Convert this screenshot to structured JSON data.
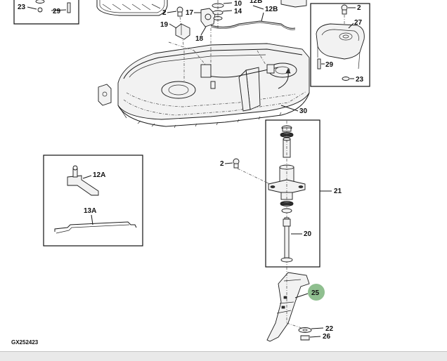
{
  "callouts": {
    "c2a": "2",
    "c2b": "2",
    "c2c": "2",
    "c10": "10",
    "c12b": "12B",
    "c14": "14",
    "c17": "17",
    "c18": "18",
    "c19": "19",
    "c23a": "23",
    "c23b": "23",
    "c29a": "29",
    "c29b": "29",
    "c27": "27",
    "c30": "30",
    "c21": "21",
    "c20": "20",
    "c12a": "12A",
    "c13a": "13A",
    "c25": "25",
    "c22": "22",
    "c26": "26"
  },
  "figure_code": "GX252423",
  "colors": {
    "highlight": "#8fbf8f",
    "line": "#1a1a1a",
    "status_bar": "#e9e9e9"
  }
}
